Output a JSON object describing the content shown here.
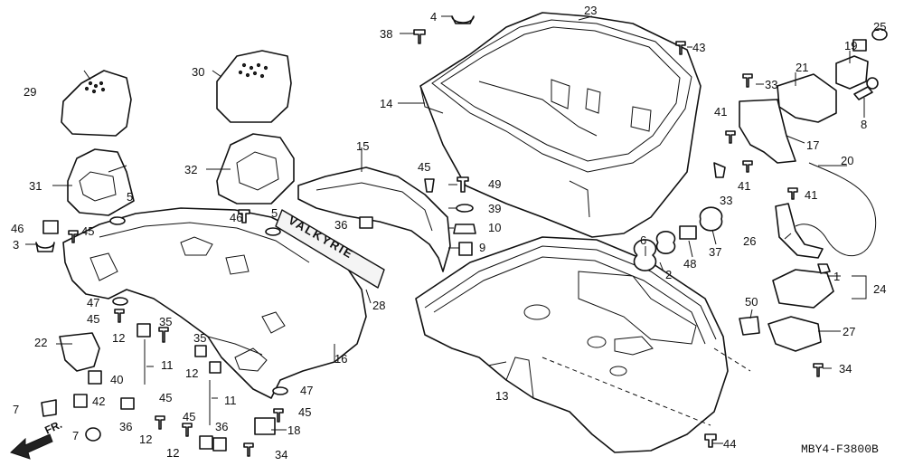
{
  "diagram": {
    "part_labels": {
      "p1": "1",
      "p2": "2",
      "p3": "3",
      "p4": "4",
      "p5a": "5",
      "p5b": "5",
      "p6": "6",
      "p7a": "7",
      "p7b": "7",
      "p8": "8",
      "p9": "9",
      "p10": "10",
      "p11a": "11",
      "p11b": "11",
      "p12a": "12",
      "p12b": "12",
      "p12c": "12",
      "p12d": "12",
      "p13": "13",
      "p14": "14",
      "p15": "15",
      "p16": "16",
      "p17": "17",
      "p18": "18",
      "p19": "19",
      "p20": "20",
      "p21": "21",
      "p22": "22",
      "p23": "23",
      "p24": "24",
      "p25": "25",
      "p26": "26",
      "p27": "27",
      "p28": "28",
      "p29": "29",
      "p30": "30",
      "p31": "31",
      "p32": "32",
      "p33a": "33",
      "p33b": "33",
      "p34a": "34",
      "p34b": "34",
      "p35a": "35",
      "p35b": "35",
      "p36a": "36",
      "p36b": "36",
      "p36c": "36",
      "p37": "37",
      "p38": "38",
      "p39": "39",
      "p40": "40",
      "p41a": "41",
      "p41b": "41",
      "p41c": "41",
      "p42": "42",
      "p43": "43",
      "p44": "44",
      "p45a": "45",
      "p45b": "45",
      "p45c": "45",
      "p45d": "45",
      "p45e": "45",
      "p45f": "45",
      "p46a": "46",
      "p46b": "46",
      "p47a": "47",
      "p47b": "47",
      "p48": "48",
      "p49": "49",
      "p50": "50"
    },
    "brand_text": "VALKYRIE",
    "front_label": "FR.",
    "diagram_code": "MBY4-F3800B"
  }
}
